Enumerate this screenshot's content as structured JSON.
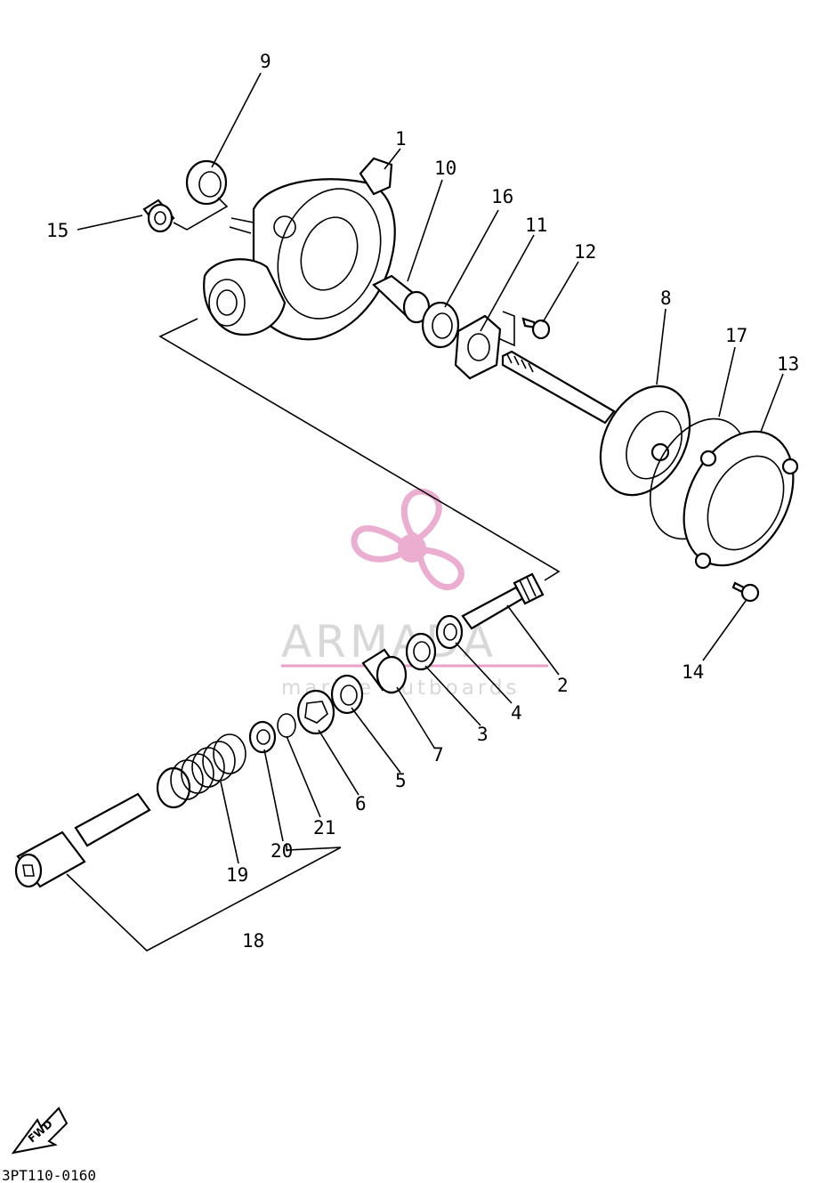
{
  "diagram_code": "3PT110-0160",
  "fwd_label": "FWD",
  "watermark": {
    "brand": "ARMADA",
    "tagline": "marine outboards",
    "color": "#e8a0c8"
  },
  "callouts": [
    {
      "id": "1",
      "text": "1"
    },
    {
      "id": "2",
      "text": "2"
    },
    {
      "id": "3",
      "text": "3"
    },
    {
      "id": "4",
      "text": "4"
    },
    {
      "id": "5",
      "text": "5"
    },
    {
      "id": "6",
      "text": "6"
    },
    {
      "id": "7",
      "text": "7"
    },
    {
      "id": "8",
      "text": "8"
    },
    {
      "id": "9",
      "text": "9"
    },
    {
      "id": "10",
      "text": "10"
    },
    {
      "id": "11",
      "text": "11"
    },
    {
      "id": "12",
      "text": "12"
    },
    {
      "id": "13",
      "text": "13"
    },
    {
      "id": "14",
      "text": "14"
    },
    {
      "id": "15",
      "text": "15"
    },
    {
      "id": "16",
      "text": "16"
    },
    {
      "id": "17",
      "text": "17"
    },
    {
      "id": "18",
      "text": "18"
    },
    {
      "id": "19",
      "text": "19"
    },
    {
      "id": "20",
      "text": "20"
    },
    {
      "id": "21",
      "text": "21"
    }
  ]
}
